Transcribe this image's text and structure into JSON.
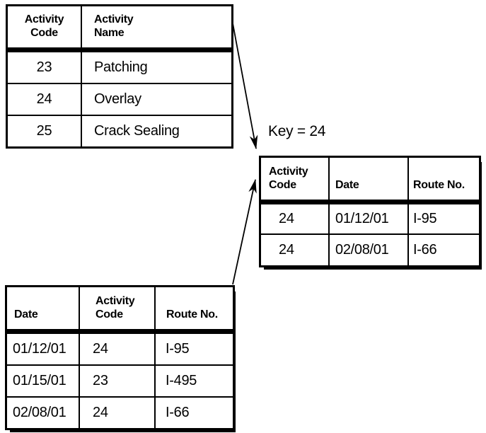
{
  "figure": {
    "key_label": "Key = 24",
    "ink_color": "#000000",
    "paper_color": "#ffffff"
  },
  "tables": {
    "activity_names": {
      "headers": [
        "Activity\nCode",
        "Activity\nName"
      ],
      "rows": [
        [
          "23",
          "Patching"
        ],
        [
          "24",
          "Overlay"
        ],
        [
          "25",
          "Crack Sealing"
        ]
      ]
    },
    "filtered_by_key": {
      "headers": [
        "Activity\nCode",
        "Date",
        "Route No."
      ],
      "rows": [
        [
          "24",
          "01/12/01",
          "I-95"
        ],
        [
          "24",
          "02/08/01",
          "I-66"
        ]
      ]
    },
    "activity_log": {
      "headers": [
        "Date",
        "Activity\nCode",
        "Route No."
      ],
      "rows": [
        [
          "01/12/01",
          "24",
          "I-95"
        ],
        [
          "01/15/01",
          "23",
          "I-495"
        ],
        [
          "02/08/01",
          "24",
          "I-66"
        ]
      ]
    }
  }
}
